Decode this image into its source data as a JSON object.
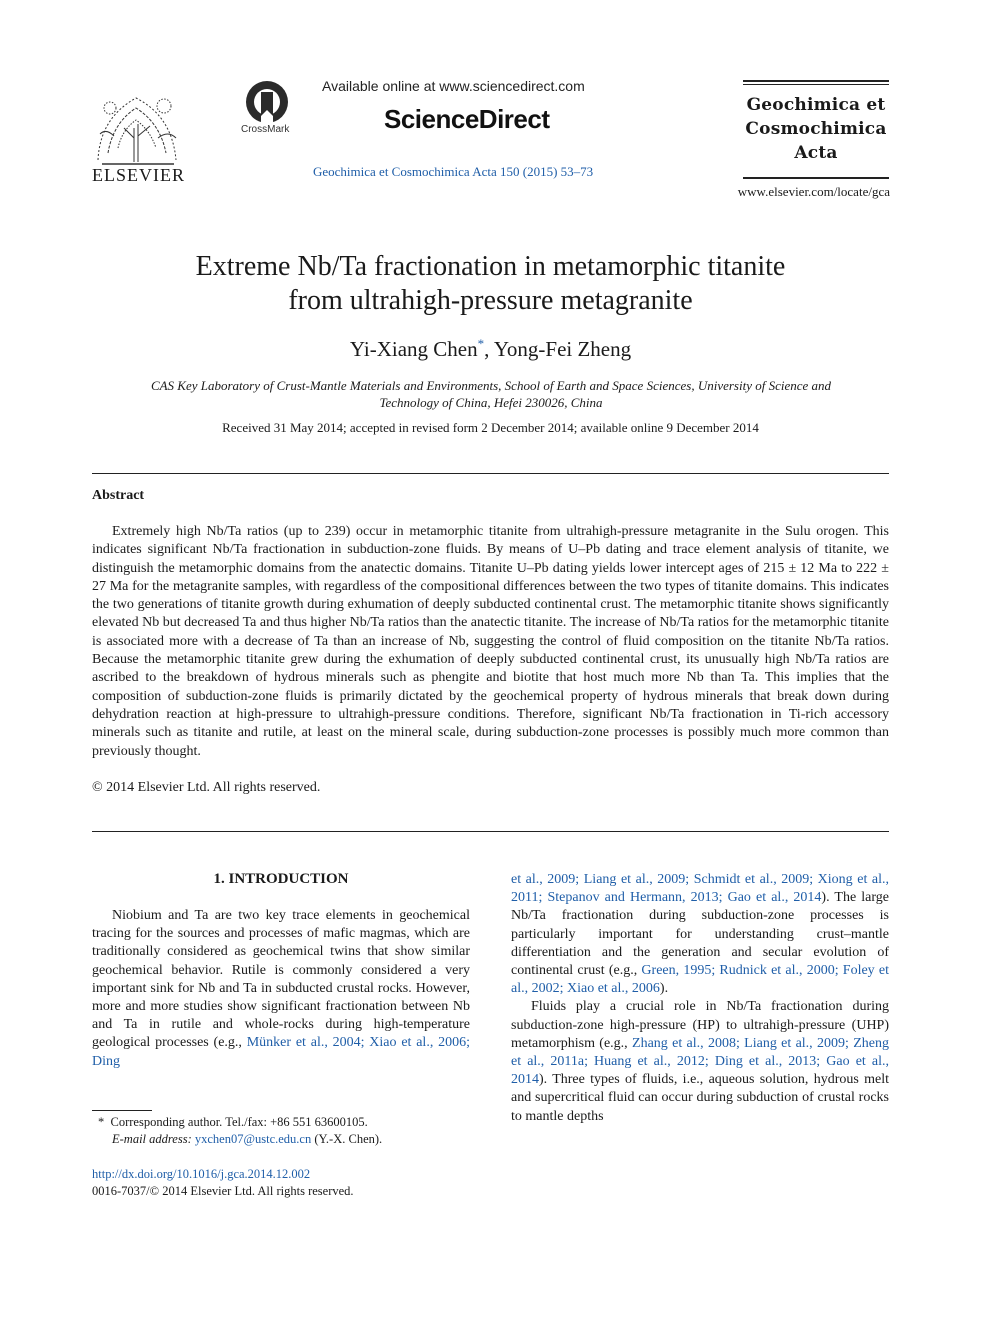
{
  "header": {
    "publisher": "ELSEVIER",
    "crossmark_label": "CrossMark",
    "available_online": "Available online at www.sciencedirect.com",
    "brand": "ScienceDirect",
    "journal_ref": "Geochimica et Cosmochimica Acta 150 (2015) 53–73",
    "journal_name_lines": [
      "Geochimica et",
      "Cosmochimica",
      "Acta"
    ],
    "journal_url": "www.elsevier.com/locate/gca"
  },
  "article": {
    "title_line1": "Extreme Nb/Ta fractionation in metamorphic titanite",
    "title_line2": "from ultrahigh-pressure metagranite",
    "author1": "Yi-Xiang Chen",
    "author1_mark": "*",
    "author2": ", Yong-Fei Zheng",
    "affiliation_line1": "CAS Key Laboratory of Crust-Mantle Materials and Environments, School of Earth and Space Sciences, University of Science and",
    "affiliation_line2": "Technology of China, Hefei 230026, China",
    "dates": "Received 31 May 2014; accepted in revised form 2 December 2014; available online 9 December 2014"
  },
  "abstract": {
    "heading": "Abstract",
    "body": "Extremely high Nb/Ta ratios (up to 239) occur in metamorphic titanite from ultrahigh-pressure metagranite in the Sulu orogen. This indicates significant Nb/Ta fractionation in subduction-zone fluids. By means of U–Pb dating and trace element analysis of titanite, we distinguish the metamorphic domains from the anatectic domains. Titanite U–Pb dating yields lower intercept ages of 215 ± 12 Ma to 222 ± 27 Ma for the metagranite samples, with regardless of the compositional differences between the two types of titanite domains. This indicates the two generations of titanite growth during exhumation of deeply subducted continental crust. The metamorphic titanite shows significantly elevated Nb but decreased Ta and thus higher Nb/Ta ratios than the anatectic titanite. The increase of Nb/Ta ratios for the metamorphic titanite is associated more with a decrease of Ta than an increase of Nb, suggesting the control of fluid composition on the titanite Nb/Ta ratios. Because the metamorphic titanite grew during the exhumation of deeply subducted continental crust, its unusually high Nb/Ta ratios are ascribed to the breakdown of hydrous minerals such as phengite and biotite that host much more Nb than Ta. This implies that the composition of subduction-zone fluids is primarily dictated by the geochemical property of hydrous minerals that break down during dehydration reaction at high-pressure to ultrahigh-pressure conditions. Therefore, significant Nb/Ta fractionation in Ti-rich accessory minerals such as titanite and rutile, at least on the mineral scale, during subduction-zone processes is possibly much more common than previously thought.",
    "copyright": "© 2014 Elsevier Ltd. All rights reserved."
  },
  "intro": {
    "heading": "1. INTRODUCTION",
    "p1_text": "Niobium and Ta are two key trace elements in geochemical tracing for the sources and processes of mafic magmas, which are traditionally considered as geochemical twins that show similar geochemical behavior. Rutile is commonly considered a very important sink for Nb and Ta in subducted crustal rocks. However, more and more studies show significant fractionation between Nb and Ta in rutile and whole-rocks during high-temperature geological processes (e.g., ",
    "p1_cite": "Münker et al., 2004; Xiao et al., 2006; Ding",
    "r1_cite": "et al., 2009; Liang et al., 2009; Schmidt et al., 2009; Xiong et al., 2011; Stepanov and Hermann, 2013; Gao et al., 2014",
    "r1_text": "). The large Nb/Ta fractionation during subduction-zone processes is particularly important for understanding crust–mantle differentiation and the generation and secular evolution of continental crust (e.g., ",
    "r1_cite2": "Green, 1995; Rudnick et al., 2000; Foley et al., 2002; Xiao et al., 2006",
    "r1_end": ").",
    "r2_text": "Fluids play a crucial role in Nb/Ta fractionation during subduction-zone high-pressure (HP) to ultrahigh-pressure (UHP) metamorphism (e.g., ",
    "r2_cite": "Zhang et al., 2008; Liang et al., 2009; Zheng et al., 2011a; Huang et al., 2012; Ding et al., 2013; Gao et al., 2014",
    "r2_end": "). Three types of fluids, i.e., aqueous solution, hydrous melt and supercritical fluid can occur during subduction of crustal rocks to mantle depths"
  },
  "footnote": {
    "mark": "*",
    "text": "Corresponding author. Tel./fax: +86 551 63600105.",
    "email_label": "E-mail address:",
    "email": "yxchen07@ustc.edu.cn",
    "email_suffix": " (Y.-X. Chen).",
    "doi": "http://dx.doi.org/10.1016/j.gca.2014.12.002",
    "issn": "0016-7037/© 2014 Elsevier Ltd. All rights reserved."
  }
}
